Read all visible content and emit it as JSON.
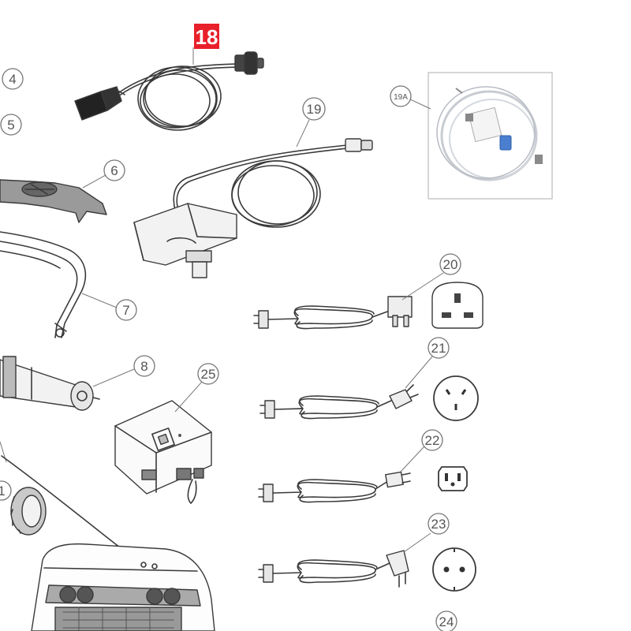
{
  "highlight": {
    "label": "18",
    "color": "#e8202a"
  },
  "parts": [
    {
      "id": "4",
      "label": "4"
    },
    {
      "id": "5",
      "label": "5"
    },
    {
      "id": "6",
      "label": "6"
    },
    {
      "id": "7",
      "label": "7"
    },
    {
      "id": "8",
      "label": "8"
    },
    {
      "id": "11",
      "label": "1"
    },
    {
      "id": "19",
      "label": "19"
    },
    {
      "id": "19A",
      "label": "19A"
    },
    {
      "id": "20",
      "label": "20"
    },
    {
      "id": "21",
      "label": "21"
    },
    {
      "id": "22",
      "label": "22"
    },
    {
      "id": "23",
      "label": "23"
    },
    {
      "id": "24",
      "label": "24"
    },
    {
      "id": "25",
      "label": "25"
    }
  ],
  "colors": {
    "line": "#3a3a3a",
    "leader": "#777777",
    "inset_border": "#bbbbbb",
    "knob_blue": "#4a7fd0"
  }
}
